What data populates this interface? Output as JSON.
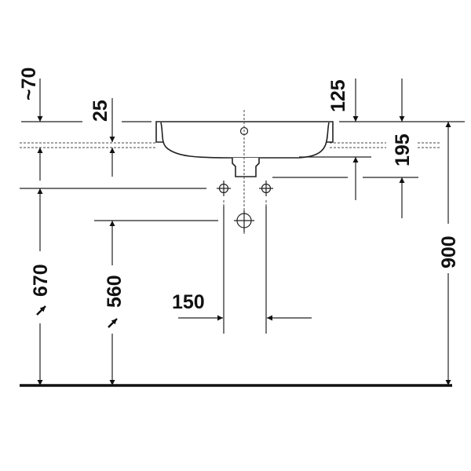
{
  "drawing": {
    "dimensions": {
      "overflow_depth": "~70",
      "rim_thickness": "25",
      "tap_offset": "125",
      "basin_height": "195",
      "rim_height": "900",
      "tap_line_height": "670",
      "waste_height": "560",
      "tap_spacing": "150"
    },
    "line_color": "#222222"
  }
}
